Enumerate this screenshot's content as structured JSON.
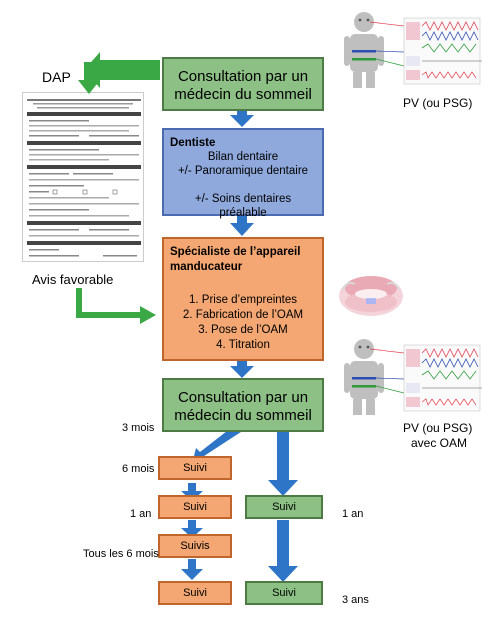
{
  "boxes": {
    "consult1": "Consultation par un médecin du sommeil",
    "dentiste_title": "Dentiste",
    "dentiste_line1": "Bilan dentaire",
    "dentiste_line2": "+/- Panoramique dentaire",
    "dentiste_line3": "+/- Soins dentaires préalable",
    "specialiste_title": "Spécialiste de l’appareil manducateur",
    "specialiste_steps": [
      "1. Prise d’empreintes",
      "2. Fabrication de l’OAM",
      "3. Pose de l’OAM",
      "4. Titration"
    ],
    "consult2": "Consultation par un médecin du sommeil",
    "suivi": "Suivi",
    "suivis": "Suivis"
  },
  "labels": {
    "dap": "DAP",
    "avis": "Avis favorable",
    "pv1": "PV (ou PSG)",
    "pv2_line1": "PV (ou PSG)",
    "pv2_line2": "avec OAM",
    "m3": "3 mois",
    "m6": "6 mois",
    "an1_left": "1 an",
    "an1_right": "1 an",
    "tous6": "Tous les 6 mois",
    "ans3": "3 ans"
  },
  "colors": {
    "green": "#8cc084",
    "blue": "#8fa9dc",
    "orange": "#f4a772",
    "arrow_blue": "#2e75c8",
    "arrow_green": "#3aa845"
  }
}
